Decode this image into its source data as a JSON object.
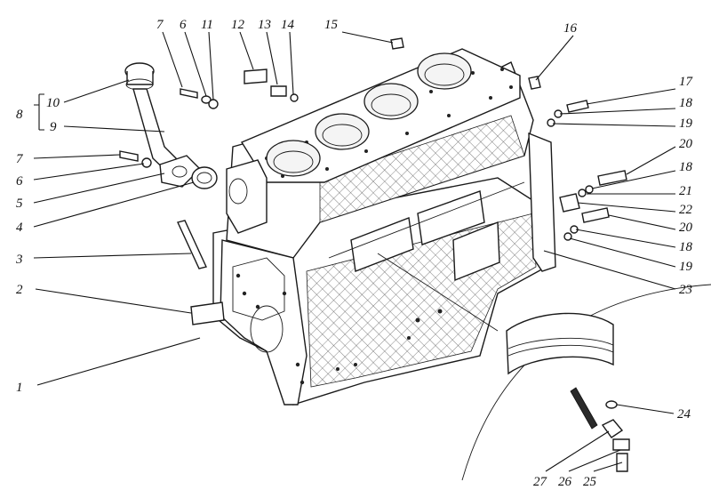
{
  "callouts": {
    "c1": "1",
    "c2": "2",
    "c3": "3",
    "c4": "4",
    "c5": "5",
    "c6a": "6",
    "c6b": "6",
    "c7a": "7",
    "c7b": "7",
    "c8": "8",
    "c9": "9",
    "c10": "10",
    "c11": "11",
    "c12": "12",
    "c13": "13",
    "c14": "14",
    "c15": "15",
    "c16": "16",
    "c17": "17",
    "c18a": "18",
    "c18b": "18",
    "c18c": "18",
    "c19a": "19",
    "c19b": "19",
    "c20a": "20",
    "c20b": "20",
    "c21": "21",
    "c22": "22",
    "c23": "23",
    "c24": "24",
    "c25": "25",
    "c26": "26",
    "c27": "27"
  }
}
